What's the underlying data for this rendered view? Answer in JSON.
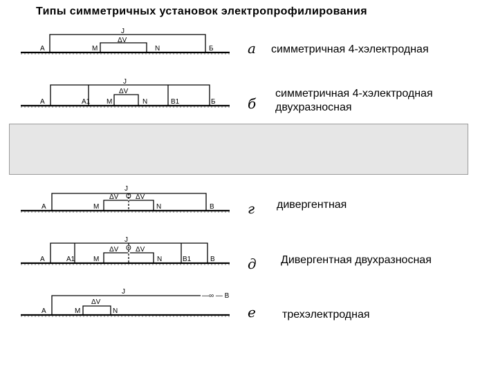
{
  "title": "Типы  симметричных  установок  электропрофилирования",
  "rows": [
    {
      "letter": "а",
      "label_lines": [
        "симметричная 4-хэлектродная"
      ],
      "electrodes": [
        {
          "name": "A"
        },
        {
          "name": "M"
        },
        {
          "name": "N"
        },
        {
          "name": "Б"
        }
      ],
      "current_label": "J",
      "voltage_labels": [
        "ΔV"
      ]
    },
    {
      "letter": "б",
      "label_lines": [
        "симметричная 4-хэлектродная",
        "двухразносная"
      ],
      "electrodes": [
        {
          "name": "A"
        },
        {
          "name": "A1"
        },
        {
          "name": "M"
        },
        {
          "name": "N"
        },
        {
          "name": "B1"
        },
        {
          "name": "Б"
        }
      ],
      "current_label": "J",
      "voltage_labels": [
        "ΔV"
      ]
    },
    {
      "letter": "г",
      "label_lines": [
        "дивергентная"
      ],
      "electrodes": [
        {
          "name": "A"
        },
        {
          "name": "M"
        },
        {
          "name": "O"
        },
        {
          "name": "N"
        },
        {
          "name": "B"
        }
      ],
      "current_label": "J",
      "voltage_labels": [
        "ΔV",
        "ΔV"
      ]
    },
    {
      "letter": "д",
      "label_lines": [
        "Дивергентная двухразносная"
      ],
      "electrodes": [
        {
          "name": "A"
        },
        {
          "name": "A1"
        },
        {
          "name": "M"
        },
        {
          "name": "O"
        },
        {
          "name": "N"
        },
        {
          "name": "B1"
        },
        {
          "name": "B"
        }
      ],
      "current_label": "J",
      "voltage_labels": [
        "ΔV",
        "ΔV"
      ]
    },
    {
      "letter": "е",
      "label_lines": [
        "трехэлектродная"
      ],
      "electrodes": [
        {
          "name": "A"
        },
        {
          "name": "M"
        },
        {
          "name": "N"
        },
        {
          "name": "B"
        }
      ],
      "current_label": "J",
      "infinity_mark": "—∞ — B",
      "voltage_labels": [
        "ΔV"
      ]
    }
  ]
}
